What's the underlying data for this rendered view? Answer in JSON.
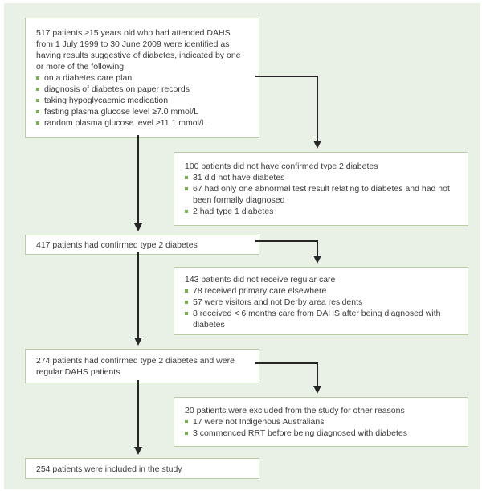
{
  "colors": {
    "bg": "#e9f0e5",
    "frame": "#ffffff",
    "box_border": "#b9cda5",
    "box_bg": "#ffffff",
    "text": "#3b3b3b",
    "bullet": "#79b150",
    "arrow": "#262626"
  },
  "boxes": {
    "b517": {
      "heading": "517 patients ≥15 years old who had attended DAHS from 1 July 1999 to 30 June 2009 were identified as having results suggestive of diabetes, indicated by one or more of the following",
      "bullets": [
        "on a diabetes care plan",
        "diagnosis of diabetes on paper records",
        "taking hypoglycaemic medication",
        "fasting plasma glucose level ≥7.0 mmol/L",
        "random plasma glucose level ≥11.1 mmol/L"
      ]
    },
    "b100": {
      "heading": "100 patients did not have confirmed type 2 diabetes",
      "bullets": [
        "31 did not have diabetes",
        "67 had only one abnormal test result relating to diabetes and had not been formally diagnosed",
        "2 had type 1 diabetes"
      ]
    },
    "b417": {
      "heading": "417 patients had confirmed type 2 diabetes"
    },
    "b143": {
      "heading": "143 patients did not receive regular care",
      "bullets": [
        "78 received primary care elsewhere",
        "57 were visitors and not Derby area residents",
        "8 received < 6 months care from DAHS after being diagnosed with diabetes"
      ]
    },
    "b274": {
      "heading": "274 patients had confirmed type 2 diabetes and were regular DAHS patients"
    },
    "b20": {
      "heading": "20 patients were excluded from the study for other reasons",
      "bullets": [
        "17 were not Indigenous Australians",
        "3 commenced RRT before being diagnosed with diabetes"
      ]
    },
    "b254": {
      "heading": "254 patients were included in the study"
    }
  }
}
